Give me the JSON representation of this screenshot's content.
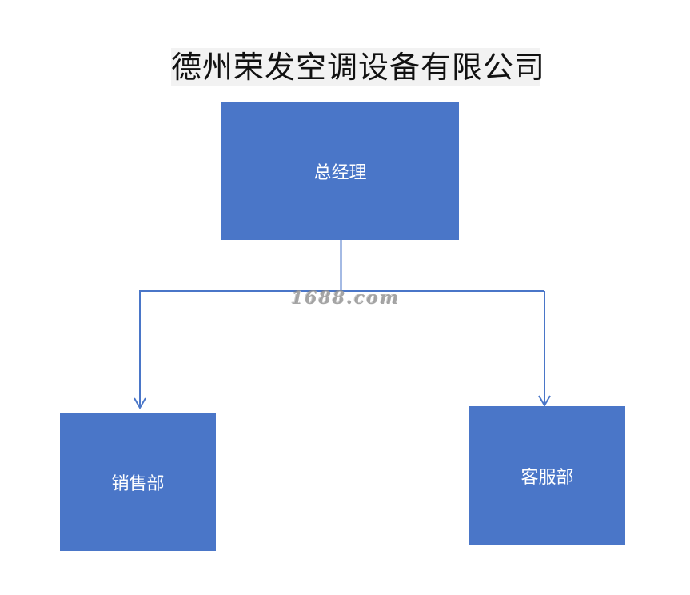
{
  "title": "德州荣发空调设备有限公司",
  "colors": {
    "box_fill": "#4a76c8",
    "connector": "#4a76c8",
    "box_text": "#ffffff",
    "title_bg": "#f2f2f2"
  },
  "nodes": {
    "general_manager": "总经理",
    "sales_department": "销售部",
    "customer_service_department": "客服部"
  },
  "watermark": "1688.com"
}
